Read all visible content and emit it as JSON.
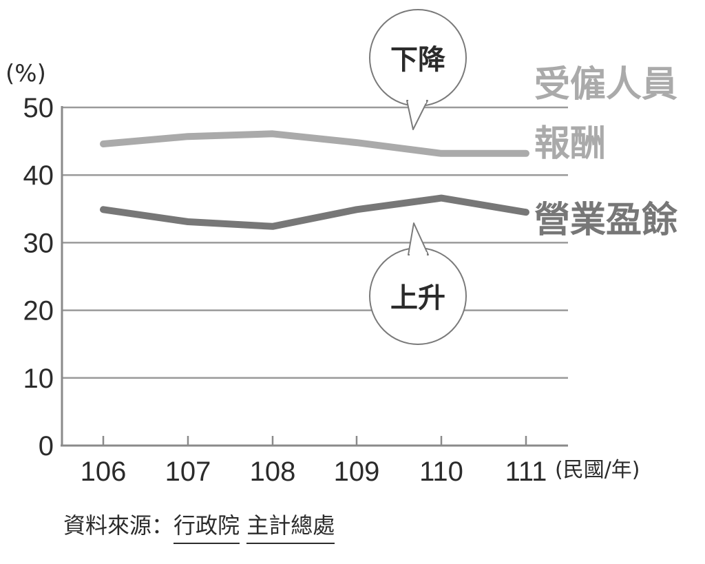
{
  "chart_data": {
    "type": "line",
    "x": [
      "106",
      "107",
      "108",
      "109",
      "110",
      "111"
    ],
    "xlabel": "(民國/年)",
    "ylabel": "(%)",
    "ylim": [
      0,
      50
    ],
    "yticks": [
      "0",
      "10",
      "20",
      "30",
      "40",
      "50"
    ],
    "grid": true,
    "series": [
      {
        "name": "受僱人員報酬",
        "name_lines": [
          "受僱人員",
          "報酬"
        ],
        "color": "#aaaaaa",
        "values": [
          44.6,
          45.7,
          46.1,
          44.8,
          43.2,
          43.2
        ]
      },
      {
        "name": "營業盈餘",
        "name_lines": [
          "營業盈餘"
        ],
        "color": "#777777",
        "values": [
          34.9,
          33.1,
          32.4,
          34.9,
          36.6,
          34.5
        ]
      }
    ],
    "annotations": [
      {
        "text": "下降",
        "series": 0
      },
      {
        "text": "上升",
        "series": 1
      }
    ]
  },
  "source": {
    "prefix": "資料來源：",
    "agency": "行政院",
    "office": "主計總處"
  }
}
